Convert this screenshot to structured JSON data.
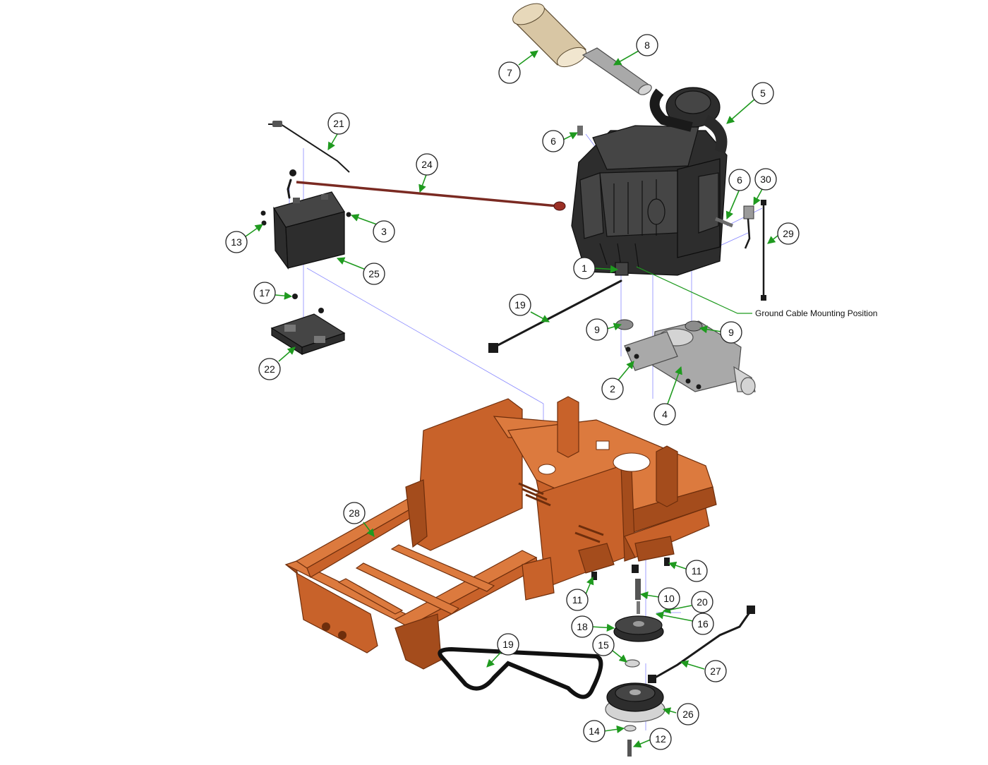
{
  "diagram": {
    "note": "Ground Cable Mounting Position",
    "colors": {
      "frame": "#c8622a",
      "leader": "#1f9a1f",
      "guide": "#6b6bff",
      "engine": "#2d2d2d"
    },
    "callouts": [
      {
        "id": "c1",
        "label": "1"
      },
      {
        "id": "c2",
        "label": "2"
      },
      {
        "id": "c3",
        "label": "3"
      },
      {
        "id": "c4",
        "label": "4"
      },
      {
        "id": "c5",
        "label": "5"
      },
      {
        "id": "c6a",
        "label": "6"
      },
      {
        "id": "c6b",
        "label": "6"
      },
      {
        "id": "c7",
        "label": "7"
      },
      {
        "id": "c8",
        "label": "8"
      },
      {
        "id": "c9a",
        "label": "9"
      },
      {
        "id": "c9b",
        "label": "9"
      },
      {
        "id": "c10",
        "label": "10"
      },
      {
        "id": "c11a",
        "label": "11"
      },
      {
        "id": "c11b",
        "label": "11"
      },
      {
        "id": "c12",
        "label": "12"
      },
      {
        "id": "c13",
        "label": "13"
      },
      {
        "id": "c14",
        "label": "14"
      },
      {
        "id": "c15",
        "label": "15"
      },
      {
        "id": "c16",
        "label": "16"
      },
      {
        "id": "c17",
        "label": "17"
      },
      {
        "id": "c18",
        "label": "18"
      },
      {
        "id": "c19a",
        "label": "19"
      },
      {
        "id": "c19b",
        "label": "19"
      },
      {
        "id": "c20",
        "label": "20"
      },
      {
        "id": "c21",
        "label": "21"
      },
      {
        "id": "c22",
        "label": "22"
      },
      {
        "id": "c24",
        "label": "24"
      },
      {
        "id": "c25",
        "label": "25"
      },
      {
        "id": "c26",
        "label": "26"
      },
      {
        "id": "c27",
        "label": "27"
      },
      {
        "id": "c28",
        "label": "28"
      },
      {
        "id": "c29",
        "label": "29"
      },
      {
        "id": "c30",
        "label": "30"
      }
    ]
  }
}
